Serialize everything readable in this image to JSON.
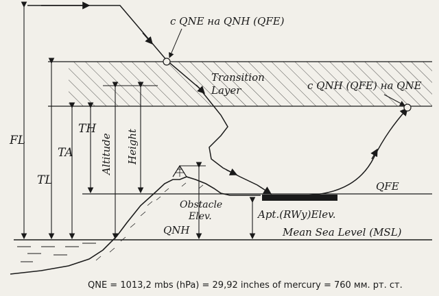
{
  "labels": {
    "qne_to_qnh": "с QNE на QNH (QFE)",
    "transition": "Transition",
    "layer": "Layer",
    "qnh_to_qne": "с QNH (QFE) на QNE",
    "fl": "FL",
    "tl": "TL",
    "ta": "TA",
    "th": "TH",
    "altitude": "Altitude",
    "height": "Height",
    "obstacle": "Obstacle",
    "elev": "Elev.",
    "qfe": "QFE",
    "apt_elev": "Apt.(RWy)Elev.",
    "qnh": "QNH",
    "msl": "Mean Sea Level (MSL)"
  },
  "caption": "QNE = 1013,2 mbs (hPa) = 29,92 inches of mercury = 760 мм. рт. ст.",
  "colors": {
    "ink": "#1a1a1a",
    "paper": "#f2f0ea"
  }
}
